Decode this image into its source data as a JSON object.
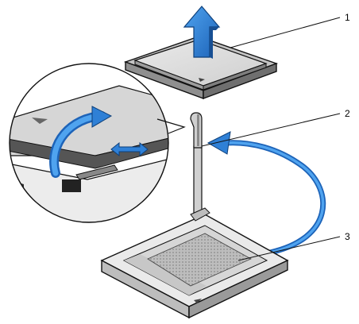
{
  "callouts": [
    {
      "label": "1",
      "target": "processor"
    },
    {
      "label": "2",
      "target": "release-lever"
    },
    {
      "label": "3",
      "target": "processor-socket"
    }
  ],
  "colors": {
    "arrow_blue": "#2f80d6",
    "arrow_dark": "#1c5fae",
    "outline": "#111111",
    "socket_gray": "#d9d9d9",
    "pad_gray": "#a9a9a9"
  }
}
